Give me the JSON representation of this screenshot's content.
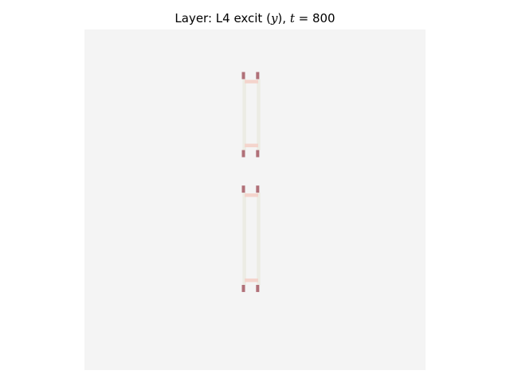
{
  "chart_data": {
    "type": "heatmap",
    "title": {
      "prefix": "Layer: L4 excit (",
      "var": "y",
      "middle": "), ",
      "tvar": "t",
      "equals": " = ",
      "tvalue": "800"
    },
    "grid": false,
    "axes_visible": false,
    "grid_size": [
      48,
      48
    ],
    "colors": {
      "background": "#f4f4f4",
      "strong": "#b07078",
      "light": "#f4d4cc",
      "faint": "#ecece4"
    },
    "cells": [
      {
        "col": 22,
        "row": 6,
        "level": "strong"
      },
      {
        "col": 24,
        "row": 6,
        "level": "strong"
      },
      {
        "col": 22,
        "row": 17,
        "level": "strong"
      },
      {
        "col": 24,
        "row": 17,
        "level": "strong"
      },
      {
        "col": 22,
        "row": 22,
        "level": "strong"
      },
      {
        "col": 24,
        "row": 22,
        "level": "strong"
      },
      {
        "col": 22,
        "row": 36,
        "level": "strong"
      },
      {
        "col": 24,
        "row": 36,
        "level": "strong"
      },
      {
        "col": 23,
        "row": 7,
        "level": "light"
      },
      {
        "col": 23,
        "row": 16,
        "level": "light"
      },
      {
        "col": 23,
        "row": 23,
        "level": "light"
      },
      {
        "col": 23,
        "row": 35,
        "level": "light"
      }
    ],
    "faint_lines": [
      {
        "col": 22,
        "row_start": 7,
        "row_end": 16
      },
      {
        "col": 24,
        "row_start": 7,
        "row_end": 16
      },
      {
        "col": 22,
        "row_start": 23,
        "row_end": 35
      },
      {
        "col": 24,
        "row_start": 23,
        "row_end": 35
      }
    ]
  }
}
